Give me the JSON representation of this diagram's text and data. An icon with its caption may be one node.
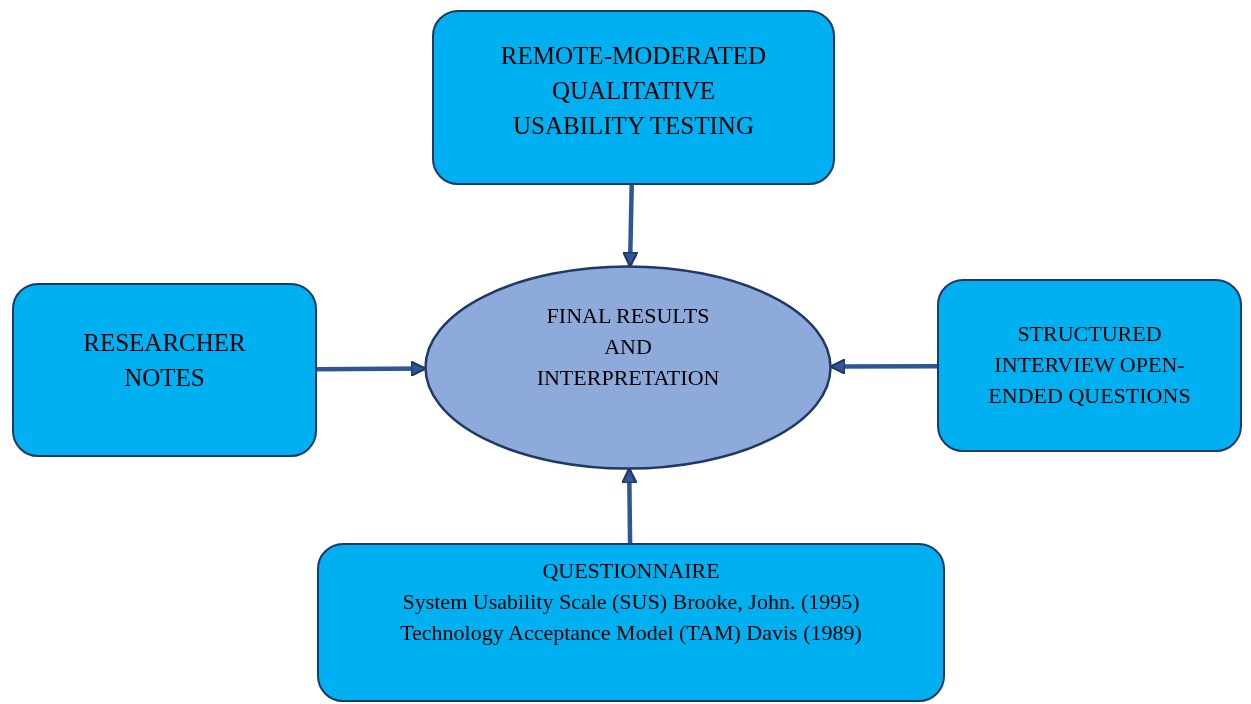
{
  "diagram": {
    "nodes": [
      {
        "text": [
          "REMOTE-MODERATED QUALITATIVE USABILITY TESTING"
        ]
      },
      {
        "text": [
          "RESEARCHER NOTES"
        ]
      },
      {
        "text": [
          "FINAL RESULTS AND INTERPRETATION"
        ]
      },
      {
        "text": [
          "STRUCTURED INTERVIEW OPEN-ENDED QUESTIONS"
        ]
      },
      {
        "text": [
          "QUESTIONNAIRE",
          "System Usability Scale (SUS) Brooke, John. (1995)",
          "Technology Acceptance Model (TAM) Davis (1989)"
        ]
      }
    ],
    "edges": [
      {
        "from": 0,
        "to": 2,
        "arrow": "to"
      },
      {
        "from": 1,
        "to": 2,
        "arrow": "to"
      },
      {
        "from": 3,
        "to": 2,
        "arrow": "to"
      },
      {
        "from": 4,
        "to": 2,
        "arrow": "to"
      }
    ]
  }
}
